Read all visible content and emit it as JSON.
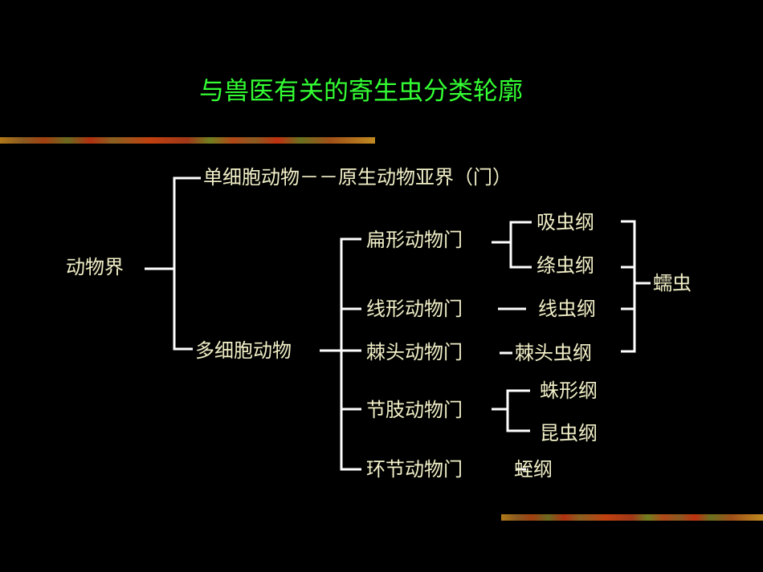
{
  "title": "与兽医有关的寄生虫分类轮廓",
  "root": "动物界",
  "unicellular": "单细胞动物－－原生动物亚界（门）",
  "multicellular": "多细胞动物",
  "phyla": [
    "扁形动物门",
    "线形动物门",
    "棘头动物门",
    "节肢动物门",
    "环节动物门"
  ],
  "classes": {
    "trematoda": "吸虫纲",
    "cestoda": "绦虫纲",
    "nematoda": "线虫纲",
    "acanthocephala": "棘头虫纲",
    "arachnida": "蛛形纲",
    "insecta": "昆虫纲",
    "hirudinea": "蛭纲"
  },
  "group": "蠕虫",
  "colors": {
    "title": "#33ff33",
    "text": "#f2f0c8",
    "background": "#000000"
  }
}
